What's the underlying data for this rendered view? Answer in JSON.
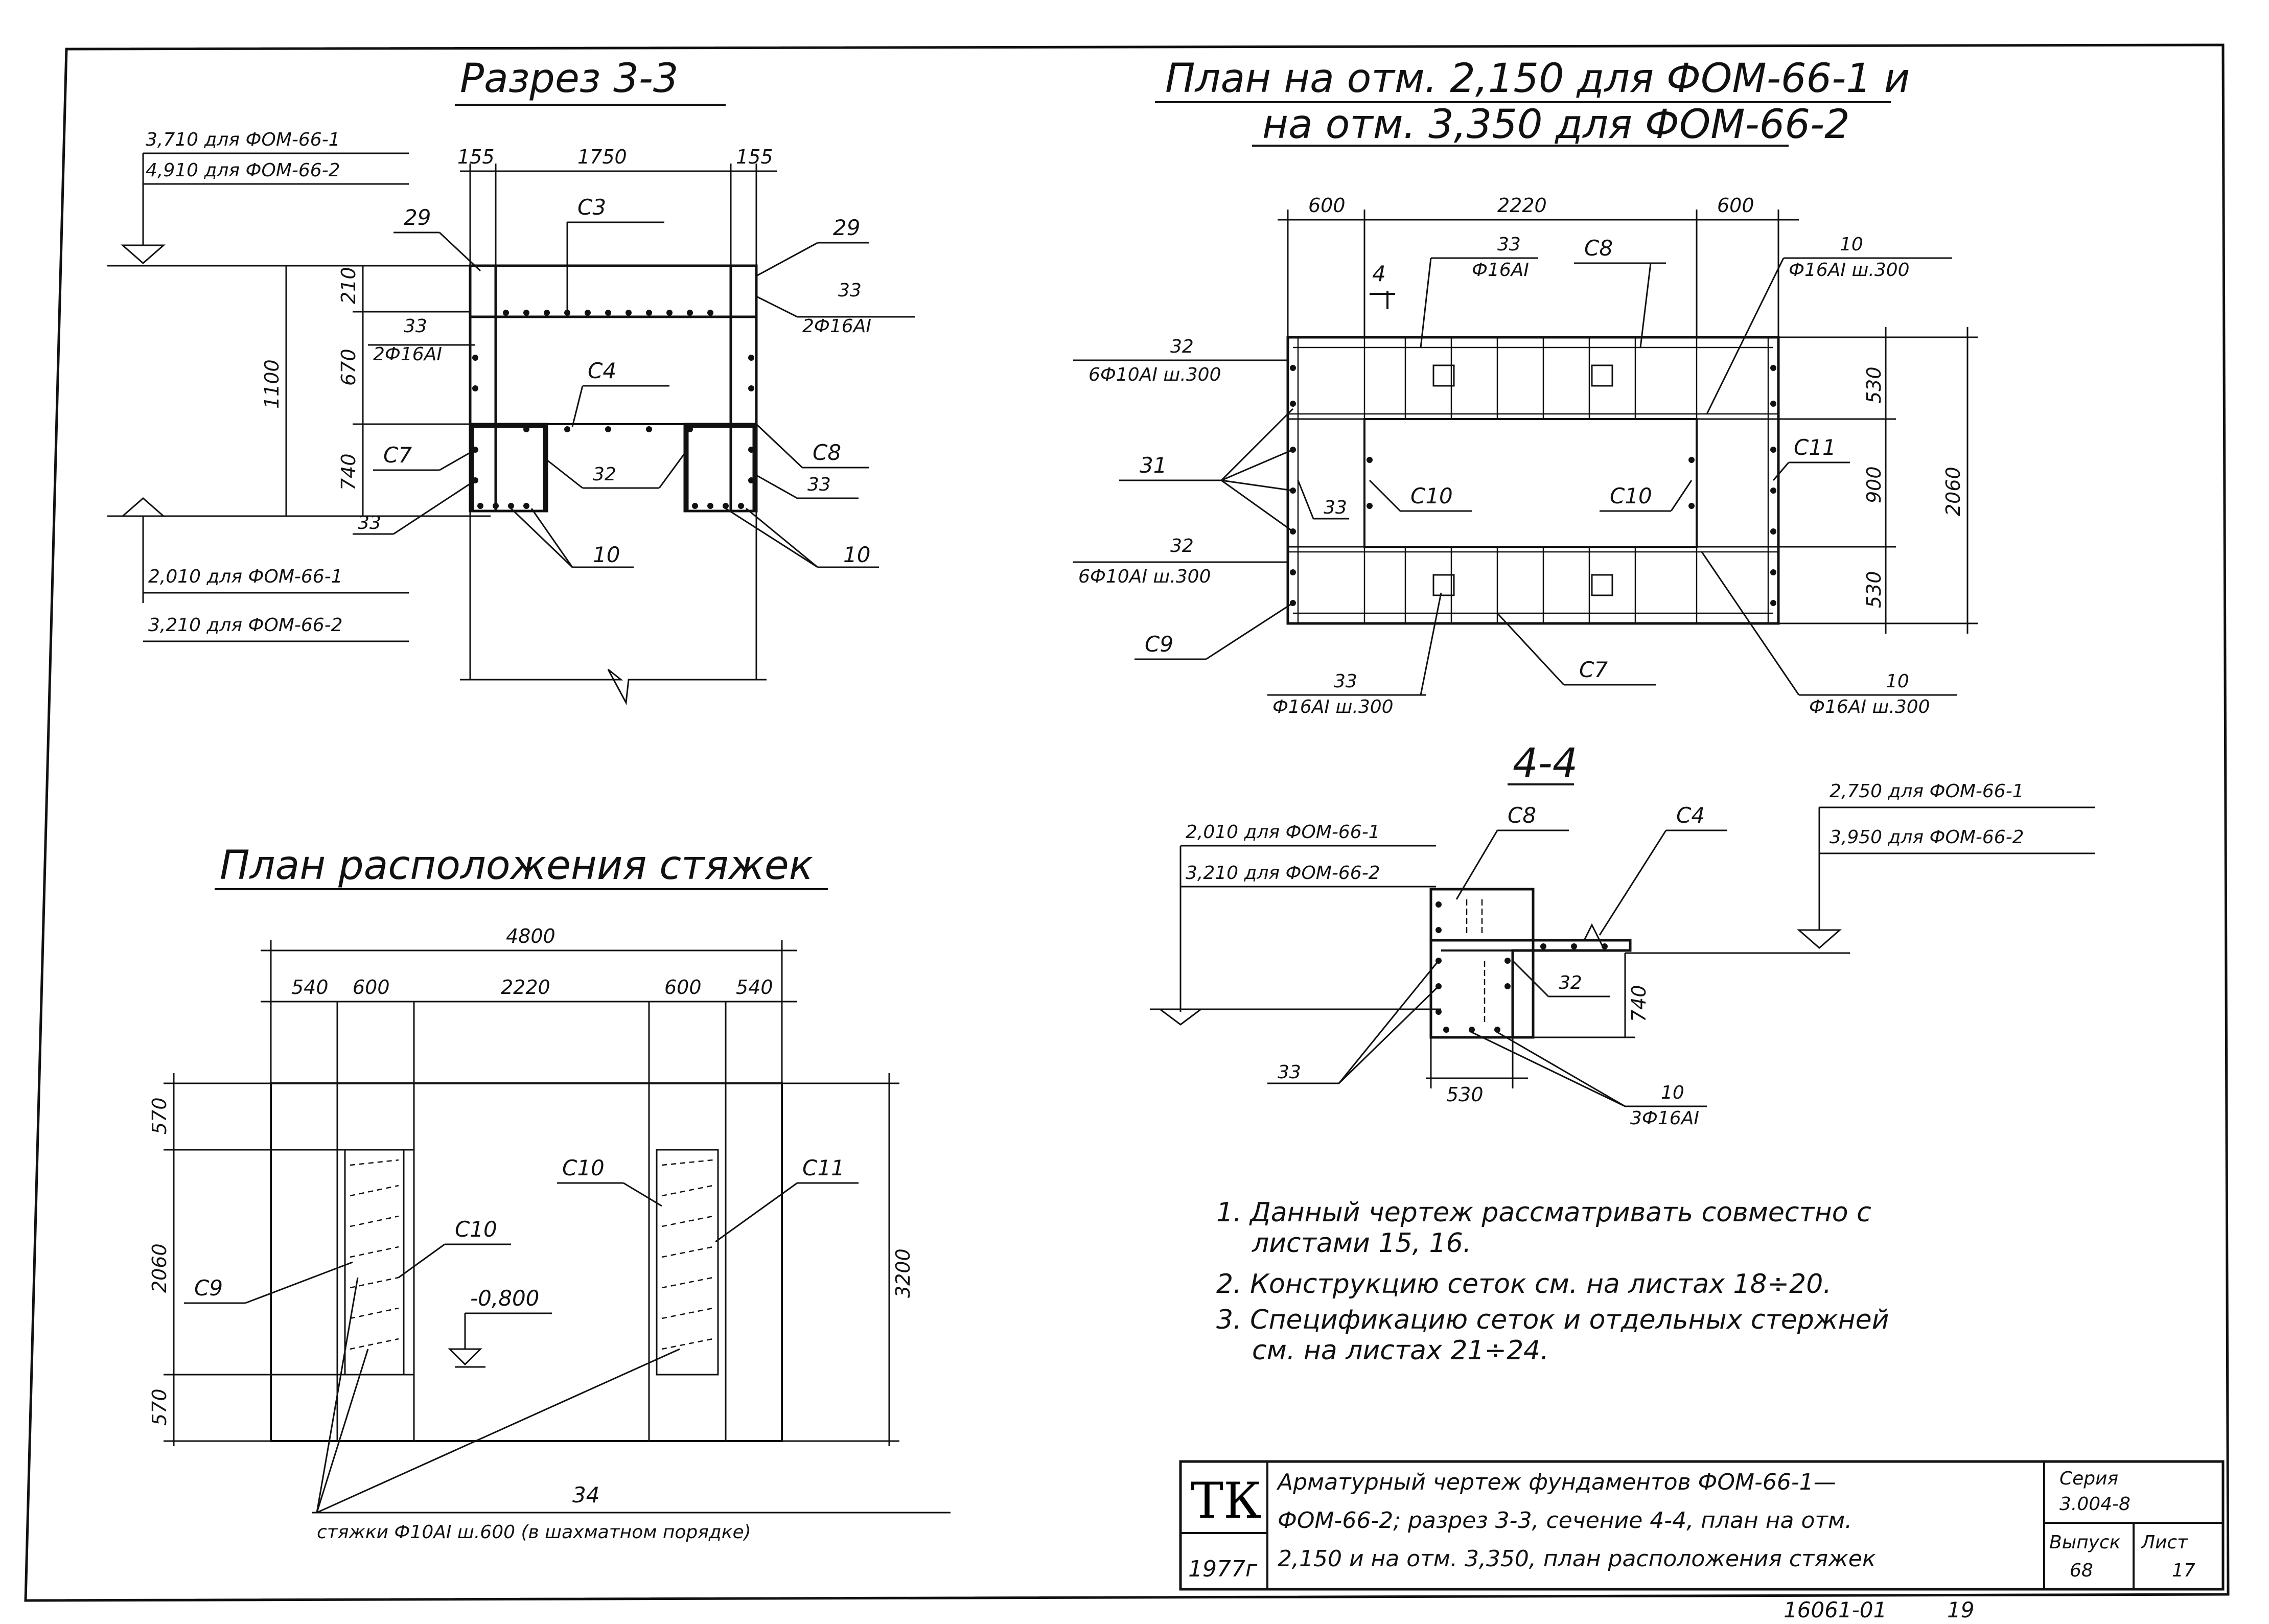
{
  "section33": {
    "title": "Разрез 3-3",
    "elev_top_1": "3,710 для ФОМ-66-1",
    "elev_top_2": "4,910 для ФОМ-66-2",
    "elev_bot_1": "2,010 для ФОМ-66-1",
    "elev_bot_2": "3,210 для ФОМ-66-2",
    "dims": [
      "155",
      "1750",
      "155",
      "1100",
      "210",
      "670",
      "740"
    ],
    "labels": {
      "c3": "С3",
      "c4": "С4",
      "c7": "С7",
      "c8": "С8",
      "p29a": "29",
      "p29b": "29",
      "p33a": "33",
      "p33b": "33",
      "p33c": "33",
      "p33d": "33",
      "bar33a": "2Ф16АI",
      "bar33b": "2Ф16АI",
      "p32": "32",
      "p10a": "10",
      "p10b": "10"
    }
  },
  "plan": {
    "title_line1": "План на отм. 2,150 для ФОМ-66-1 и",
    "title_line2": "на отм. 3,350 для ФОМ-66-2",
    "dims": [
      "600",
      "2220",
      "600",
      "530",
      "900",
      "530",
      "2060"
    ],
    "labels": {
      "p33top": "33",
      "bar33top": "Ф16АI",
      "c8": "С8",
      "p10top": "10",
      "bar10top": "Ф16АI ш.300",
      "p32": "32",
      "bar32": "6Ф10АI ш.300",
      "p32b": "32",
      "bar32b": "6Ф10АI ш.300",
      "p31": "31",
      "p33mid": "33",
      "c10a": "С10",
      "c10b": "С10",
      "c11": "С11",
      "c9": "С9",
      "c7": "С7",
      "p33bot": "33",
      "bar33bot": "Ф16АI ш.300",
      "p10bot": "10",
      "bar10bot": "Ф16АI ш.300",
      "cut": "4"
    }
  },
  "ties": {
    "title": "План расположения стяжек",
    "dims": [
      "4800",
      "540",
      "600",
      "2220",
      "600",
      "540",
      "570",
      "2060",
      "570",
      "3200"
    ],
    "labels": {
      "c10a": "С10",
      "c10b": "С10",
      "c11": "С11",
      "c9": "С9",
      "elev": "-0,800",
      "p34": "34",
      "ties_note": "стяжки Ф10АI ш.600 (в шахматном порядке)"
    }
  },
  "section44": {
    "title": "4-4",
    "elev_left_1": "2,010 для ФОМ-66-1",
    "elev_left_2": "3,210 для ФОМ-66-2",
    "elev_right_1": "2,750 для ФОМ-66-1",
    "elev_right_2": "3,950 для ФОМ-66-2",
    "labels": {
      "c8": "С8",
      "c4": "С4",
      "p32": "32",
      "p33": "33",
      "p10": "10",
      "bar10": "3Ф16АI"
    },
    "dims": [
      "740",
      "530"
    ]
  },
  "notes": [
    "1. Данный чертеж рассматривать совместно с",
    "листами 15, 16.",
    "2. Конструкцию сеток см. на листах 18÷20.",
    "3. Спецификацию сеток и отдельных стержней",
    "см. на листах 21÷24."
  ],
  "title_block": {
    "org": "ТК",
    "year": "1977г",
    "desc": [
      "Арматурный чертеж фундаментов ФОМ-66-1—",
      "ФОМ-66-2; разрез 3-3, сечение 4-4, план на отм.",
      "2,150 и на отм. 3,350, план расположения стяжек"
    ],
    "series_label": "Серия",
    "series": "3.004-8",
    "issue_label": "Выпуск",
    "issue": "68",
    "sheet_label": "Лист",
    "sheet": "17"
  },
  "footer": {
    "code": "16061-01",
    "page": "19"
  }
}
